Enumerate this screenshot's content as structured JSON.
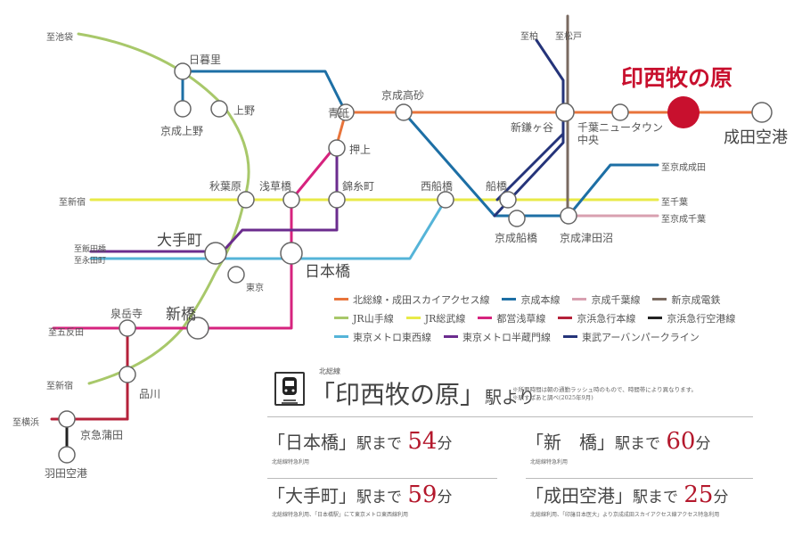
{
  "colors": {
    "hokuso": "#e8743b",
    "keisei_main": "#1d6fa5",
    "keisei_chiba": "#d8a0b0",
    "shin_keisei": "#7a6a60",
    "jr_yamanote": "#a8c86a",
    "jr_sobu": "#e8ea48",
    "toei_asakusa": "#d6237e",
    "keikyu_main": "#b5213a",
    "keikyu_airport": "#222222",
    "tokyo_metro_tozai": "#55b4d8",
    "tokyo_metro_hanzomon": "#6b2c8e",
    "tobu_urban_park": "#25347a",
    "highlight": "#c8102e",
    "minutes": "#b4182c"
  },
  "map": {
    "highlight_station": "印西牧の原",
    "stations": {
      "nippori": "日暮里",
      "keisei_ueno": "京成上野",
      "ueno": "上野",
      "aoto": "青砥",
      "keisei_takasago": "京成高砂",
      "oshiage": "押上",
      "akihabara": "秋葉原",
      "asakusabashi": "浅草橋",
      "kinshicho": "錦糸町",
      "nishi_funabashi": "西船橋",
      "funabashi": "船橋",
      "keisei_funabashi": "京成船橋",
      "keisei_tsudanuma": "京成津田沼",
      "shin_kamagaya": "新鎌ヶ谷",
      "chiba_nt_chuo": "千葉ニュータウン\n中央",
      "chiba_nt_chuo_1": "千葉ニュータウン",
      "chiba_nt_chuo_2": "中央",
      "inzai_makinohara": "印西牧の原",
      "narita_airport": "成田空港",
      "otemachi": "大手町",
      "nihombashi": "日本橋",
      "tokyo": "東京",
      "shimbashi": "新橋",
      "sengakuji": "泉岳寺",
      "shinagawa": "品川",
      "keikyu_kamata": "京急蒲田",
      "haneda_airport": "羽田空港"
    },
    "directions": {
      "to_ikebukuro": "至池袋",
      "to_kashiwa": "至柏",
      "to_matsudo": "至松戸",
      "to_shinjuku": "至新宿",
      "to_iidabashi": "至飯田橋",
      "to_nagatacho": "至永田町",
      "to_gotanda": "至五反田",
      "to_shinjuku_2": "至新宿",
      "to_yokohama": "至横浜",
      "to_keisei_narita": "至京成成田",
      "to_chiba": "至千葉",
      "to_keisei_chiba": "至京成千葉"
    }
  },
  "legend": [
    [
      {
        "label": "北総線・成田スカイアクセス線",
        "color": "#e8743b"
      },
      {
        "label": "京成本線",
        "color": "#1d6fa5"
      },
      {
        "label": "京成千葉線",
        "color": "#d8a0b0"
      },
      {
        "label": "新京成電鉄",
        "color": "#7a6a60"
      }
    ],
    [
      {
        "label": "JR山手線",
        "color": "#a8c86a"
      },
      {
        "label": "JR総武線",
        "color": "#e8ea48"
      },
      {
        "label": "都営浅草線",
        "color": "#d6237e"
      },
      {
        "label": "京浜急行本線",
        "color": "#b5213a"
      },
      {
        "label": "京浜急行空港線",
        "color": "#222222"
      }
    ],
    [
      {
        "label": "東京メトロ東西線",
        "color": "#55b4d8"
      },
      {
        "label": "東京メトロ半蔵門線",
        "color": "#6b2c8e"
      },
      {
        "label": "東武アーバンパークライン",
        "color": "#25347a"
      }
    ]
  ],
  "info": {
    "train_icon": "train-icon",
    "line_name": "北総線",
    "origin": "「印西牧の原」",
    "origin_suffix": "駅より",
    "note_1": "※所要時間は朝の通勤ラッシュ時のもので、時間帯により異なります。",
    "note_2": "※駅すぱあと調べ(2025年9月)",
    "destinations": [
      {
        "station": "「日本橋」",
        "made": "駅まで",
        "minutes": "54",
        "fun": "分",
        "sub": "北総線特急利用"
      },
      {
        "station": "「新　橋」",
        "made": "駅まで",
        "minutes": "60",
        "fun": "分",
        "sub": "北総線特急利用"
      },
      {
        "station": "「大手町」",
        "made": "駅まで",
        "minutes": "59",
        "fun": "分",
        "sub": "北総線特急利用、「日本橋駅」にて東京メトロ東西線利用"
      },
      {
        "station": "「成田空港」",
        "made": "駅まで",
        "minutes": "25",
        "fun": "分",
        "sub": "北総線利用、「印旛日本医大」より京成成田スカイアクセス線アクセス特急利用"
      }
    ]
  }
}
